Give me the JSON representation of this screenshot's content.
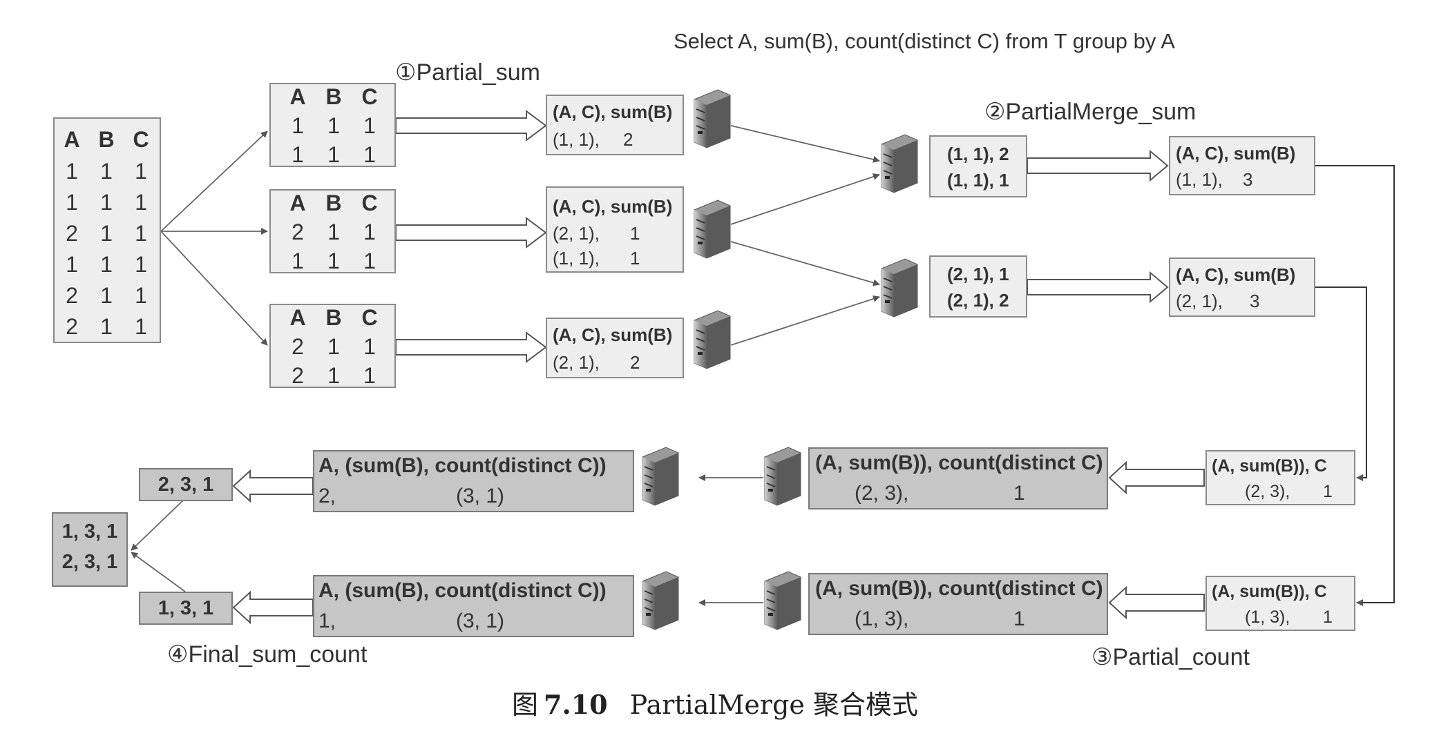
{
  "query": "Select A, sum(B), count(distinct C) from T group by A",
  "stage_labels": {
    "partial_sum": "①Partial_sum",
    "partial_merge_sum": "②PartialMerge_sum",
    "partial_count": "③Partial_count",
    "final_sum_count": "④Final_sum_count"
  },
  "columns": [
    "A",
    "B",
    "C"
  ],
  "source_table": [
    [
      "1",
      "1",
      "1"
    ],
    [
      "1",
      "1",
      "1"
    ],
    [
      "2",
      "1",
      "1"
    ],
    [
      "1",
      "1",
      "1"
    ],
    [
      "2",
      "1",
      "1"
    ],
    [
      "2",
      "1",
      "1"
    ]
  ],
  "splits": [
    [
      [
        "1",
        "1",
        "1"
      ],
      [
        "1",
        "1",
        "1"
      ]
    ],
    [
      [
        "2",
        "1",
        "1"
      ],
      [
        "1",
        "1",
        "1"
      ]
    ],
    [
      [
        "2",
        "1",
        "1"
      ],
      [
        "2",
        "1",
        "1"
      ]
    ]
  ],
  "partial_sum_results": [
    {
      "header": "(A, C), sum(B)",
      "rows": [
        [
          "(1, 1),",
          "2"
        ]
      ]
    },
    {
      "header": "(A, C), sum(B)",
      "rows": [
        [
          "(2, 1),",
          "1"
        ],
        [
          "(1, 1),",
          "1"
        ]
      ]
    },
    {
      "header": "(A, C), sum(B)",
      "rows": [
        [
          "(2, 1),",
          "2"
        ]
      ]
    }
  ],
  "merge_inputs": [
    [
      "(1, 1), 2",
      "(1, 1), 1"
    ],
    [
      "(2, 1), 1",
      "(2, 1), 2"
    ]
  ],
  "merge_results": [
    {
      "header": "(A, C), sum(B)",
      "rows": [
        [
          "(1, 1),",
          "3"
        ]
      ]
    },
    {
      "header": "(A, C), sum(B)",
      "rows": [
        [
          "(2, 1),",
          "3"
        ]
      ]
    }
  ],
  "count_inputs": [
    {
      "header": "(A, sum(B)), C",
      "row": [
        "(2, 3),",
        "1"
      ]
    },
    {
      "header": "(A, sum(B)), C",
      "row": [
        "(1, 3),",
        "1"
      ]
    }
  ],
  "count_results": [
    {
      "header": "(A, sum(B)), count(distinct C)",
      "row": [
        "(2, 3),",
        "1"
      ]
    },
    {
      "header": "(A, sum(B)), count(distinct C)",
      "row": [
        "(1, 3),",
        "1"
      ]
    }
  ],
  "final_results": [
    {
      "header": "A, (sum(B), count(distinct C))",
      "row": [
        "2,",
        "(3, 1)"
      ]
    },
    {
      "header": "A, (sum(B), count(distinct C))",
      "row": [
        "1,",
        "(3, 1)"
      ]
    }
  ],
  "final_outputs": [
    "2, 3, 1",
    "1, 3, 1"
  ],
  "output_table": [
    "1, 3, 1",
    "2, 3, 1"
  ],
  "caption": {
    "prefix": "图",
    "number": "7.10",
    "title": "PartialMerge 聚合模式"
  }
}
